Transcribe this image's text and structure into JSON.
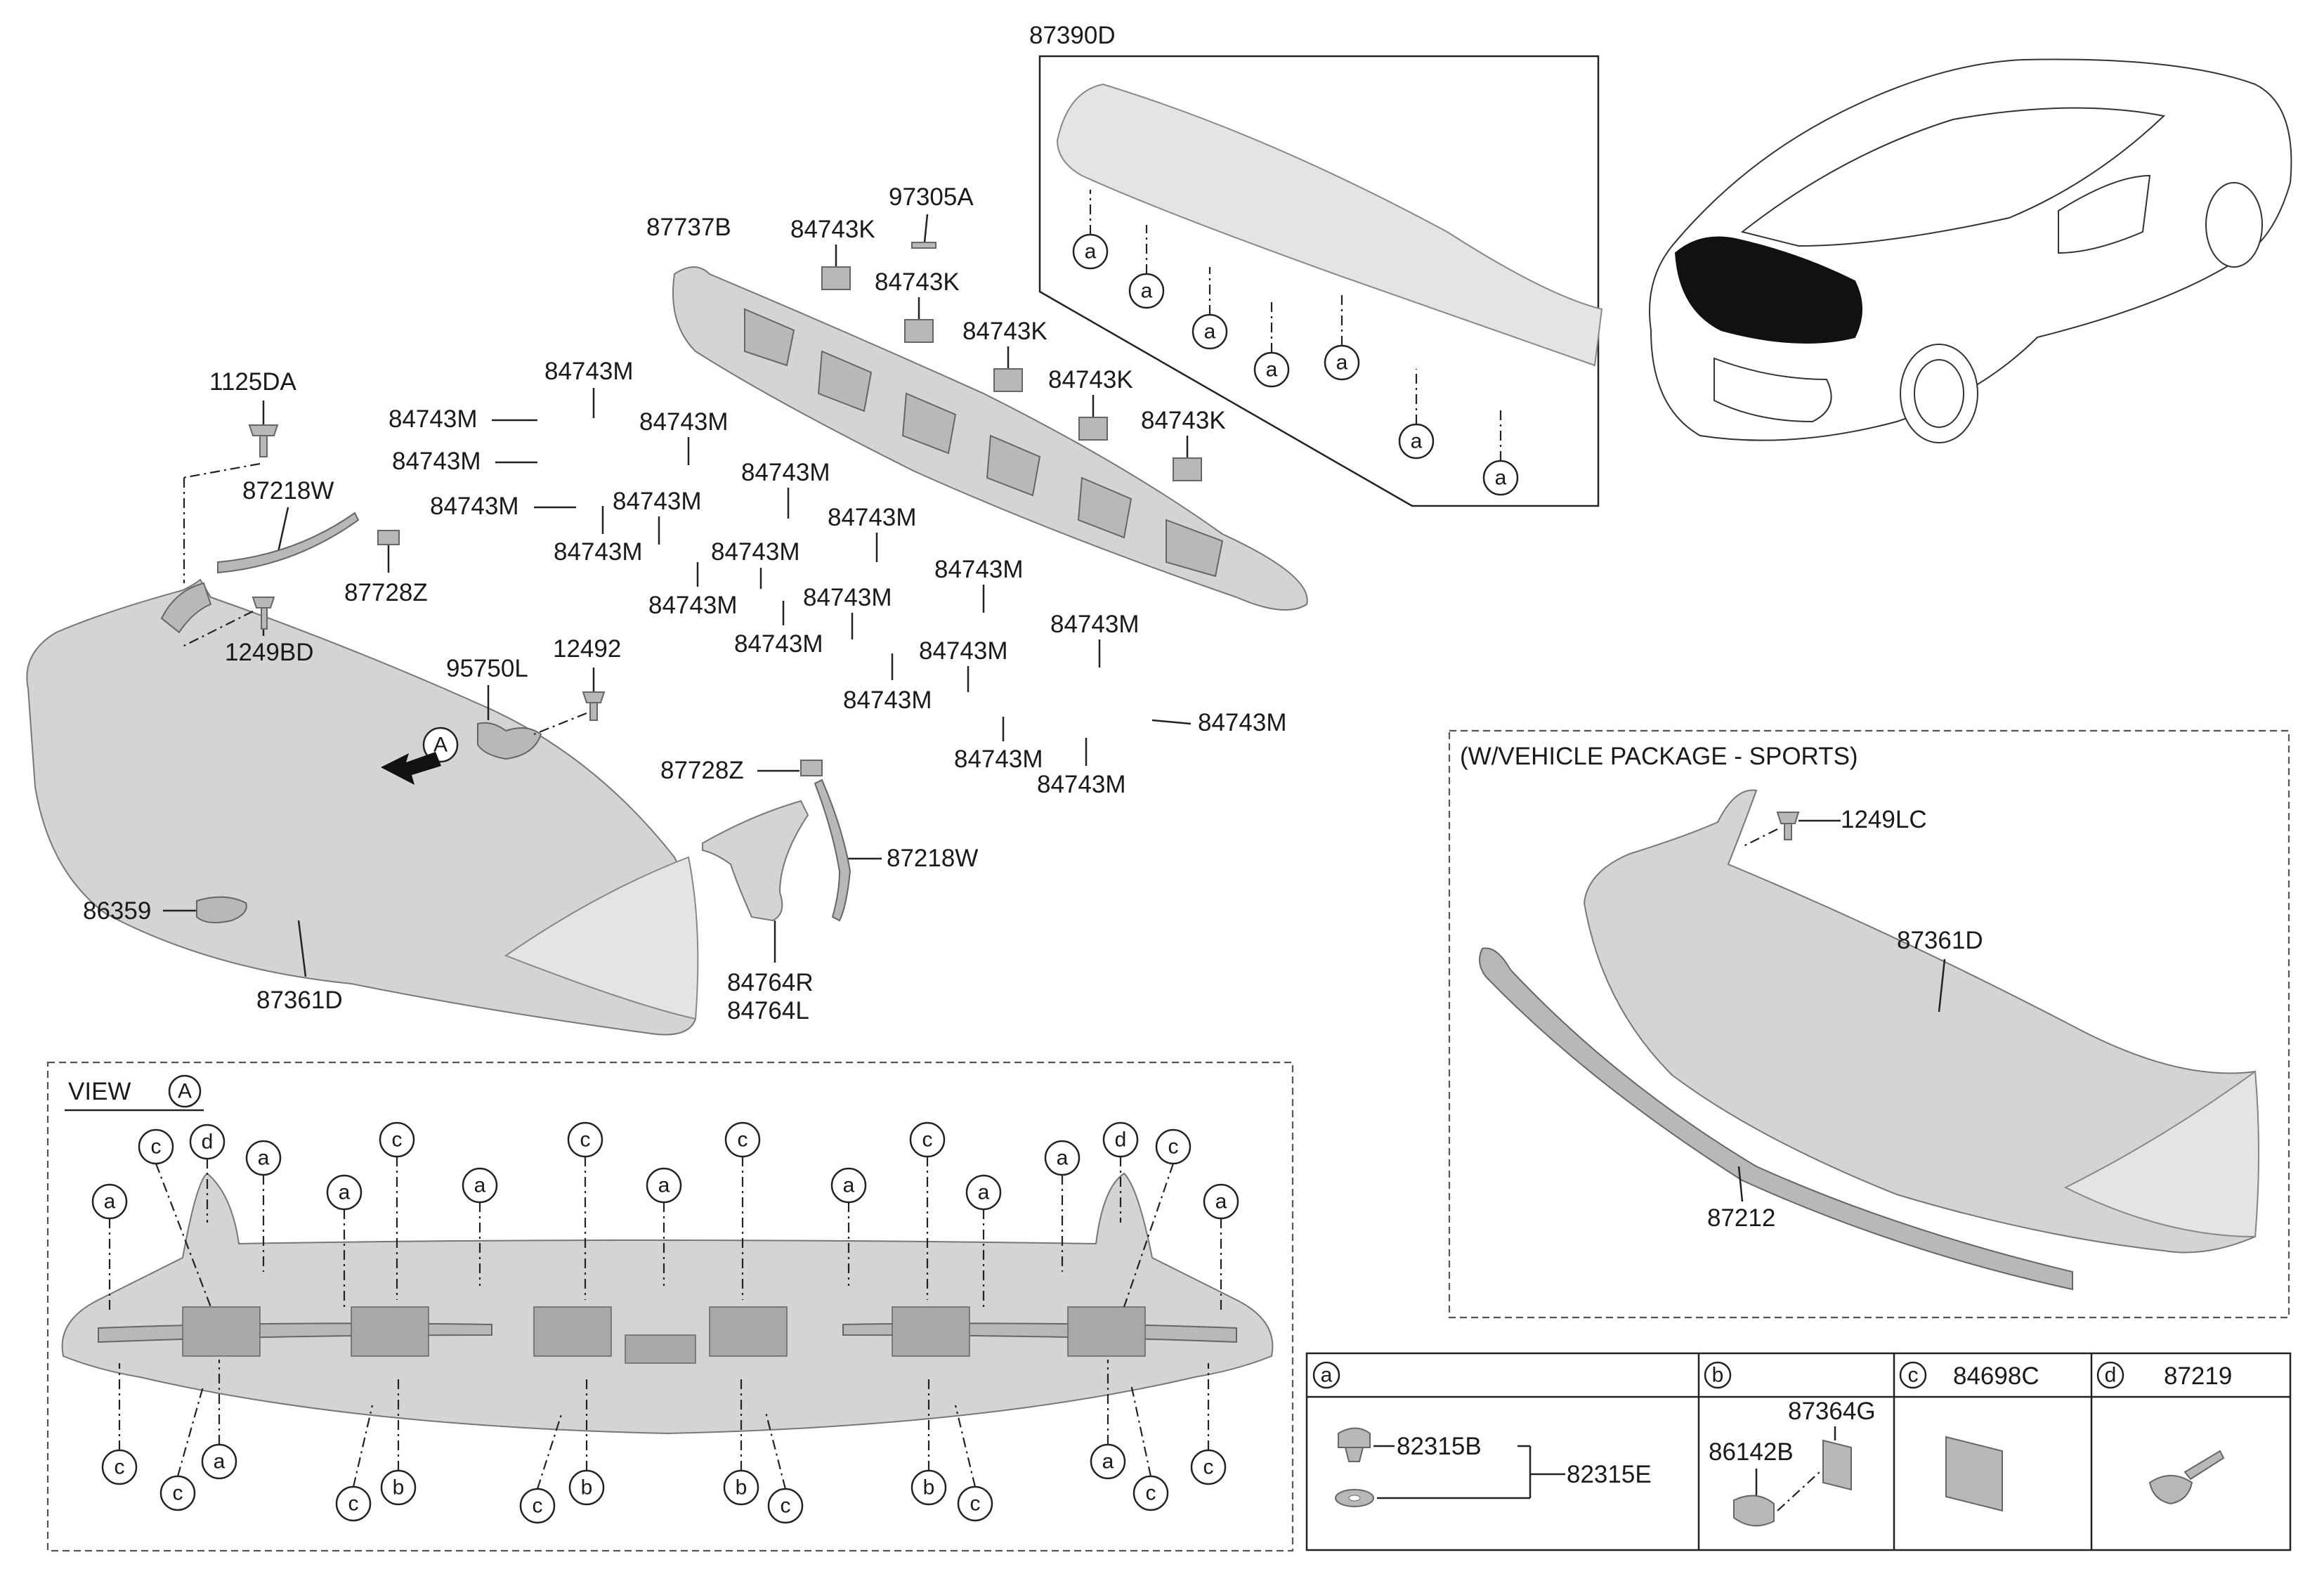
{
  "labels": {
    "p87390D": "87390D",
    "p97305A": "97305A",
    "p87737B": "87737B",
    "k1": "84743K",
    "k2": "84743K",
    "k3": "84743K",
    "k4": "84743K",
    "k5": "84743K",
    "p1125DA": "1125DA",
    "m1": "84743M",
    "m2": "84743M",
    "m3": "84743M",
    "m4": "84743M",
    "m5": "84743M",
    "m6": "84743M",
    "m7": "84743M",
    "m8": "84743M",
    "m9": "84743M",
    "m10": "84743M",
    "m11": "84743M",
    "m12": "84743M",
    "m13": "84743M",
    "m14": "84743M",
    "m15": "84743M",
    "m16": "84743M",
    "m17": "84743M",
    "m18": "84743M",
    "m19": "84743M",
    "m20": "84743M",
    "p87218W_a": "87218W",
    "p87728Z_a": "87728Z",
    "p1249BD": "1249BD",
    "p95750L": "95750L",
    "p12492": "12492",
    "view_a_marker": "A",
    "p87728Z_b": "87728Z",
    "p87218W_b": "87218W",
    "p84764R": "84764R",
    "p84764L": "84764L",
    "p86359": "86359",
    "p87361D_a": "87361D",
    "sports_title": "(W/VEHICLE PACKAGE - SPORTS)",
    "p1249LC": "1249LC",
    "p87361D_b": "87361D",
    "p87212": "87212",
    "view_title": "VIEW",
    "view_circle": "A"
  },
  "callouts": {
    "a": "a",
    "b": "b",
    "c": "c",
    "d": "d"
  },
  "legend": {
    "col_a": {
      "key": "a",
      "parts": [
        "82315B",
        "82315E"
      ]
    },
    "col_b": {
      "key": "b",
      "parts": [
        "87364G",
        "86142B"
      ]
    },
    "col_c": {
      "key": "c",
      "part": "84698C"
    },
    "col_d": {
      "key": "d",
      "part": "87219"
    }
  }
}
